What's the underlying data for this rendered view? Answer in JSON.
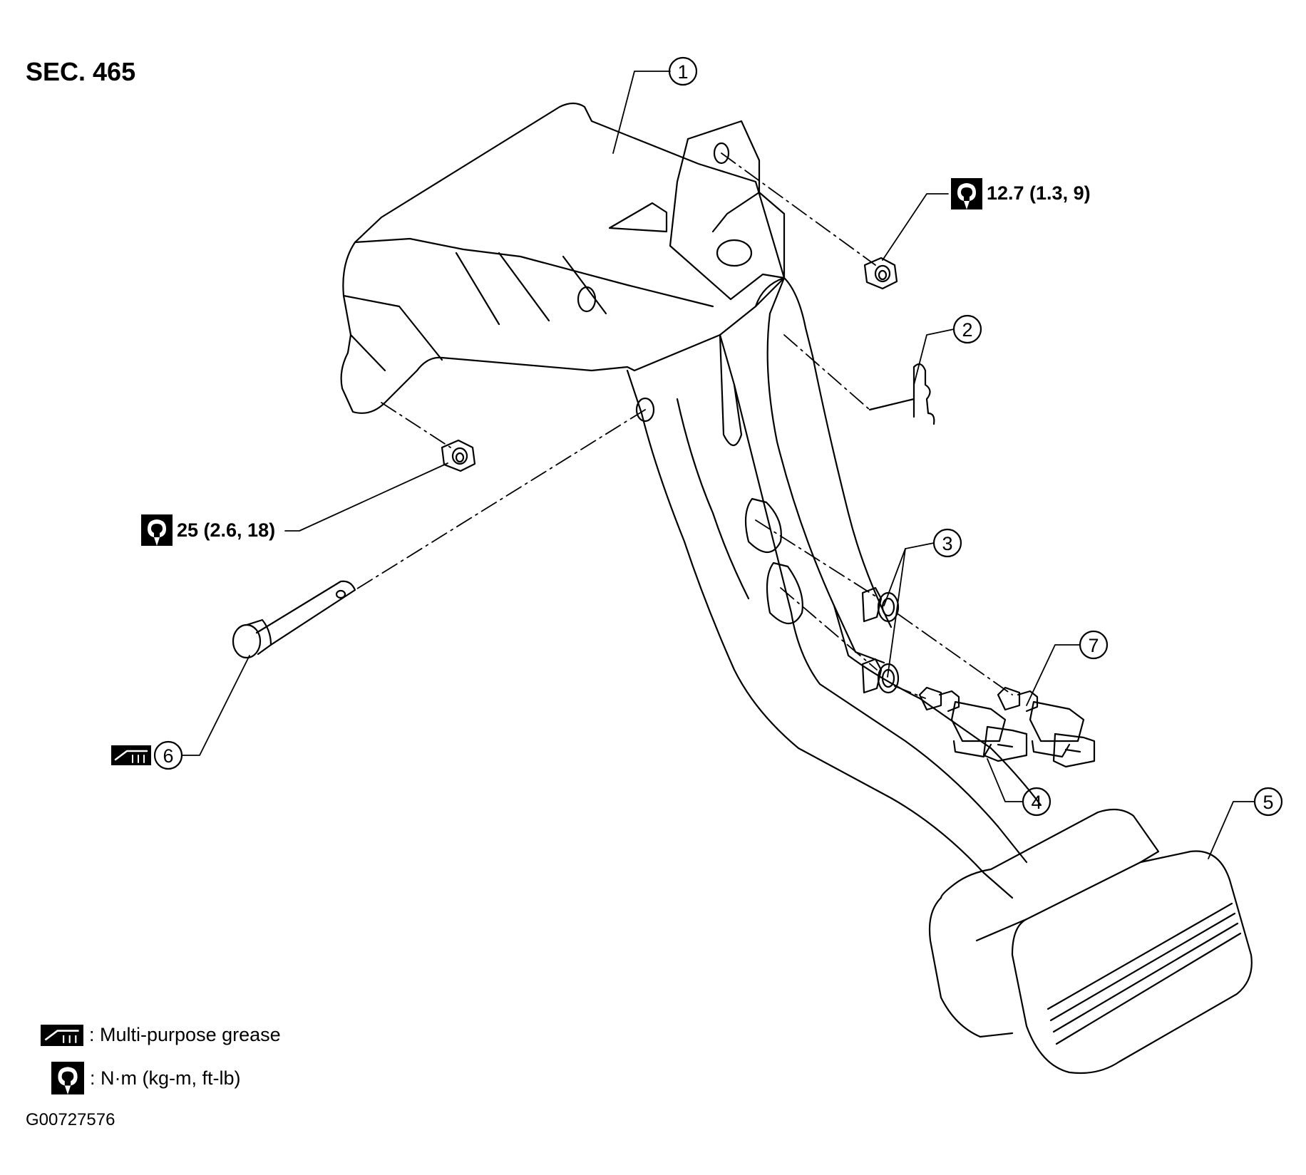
{
  "section": "SEC. 465",
  "figure_id": "G00727576",
  "callouts": [
    "1",
    "2",
    "3",
    "4",
    "5",
    "6",
    "7"
  ],
  "torque_specs": {
    "bracket_nut": "12.7 (1.3, 9)",
    "pivot_nut": "25 (2.6, 18)"
  },
  "legend": {
    "grease": "Multi-purpose grease",
    "torque_units": "N·m (kg-m, ft-lb)"
  },
  "icons": {
    "torque": "torque-wrench-icon",
    "grease": "grease-icon"
  }
}
